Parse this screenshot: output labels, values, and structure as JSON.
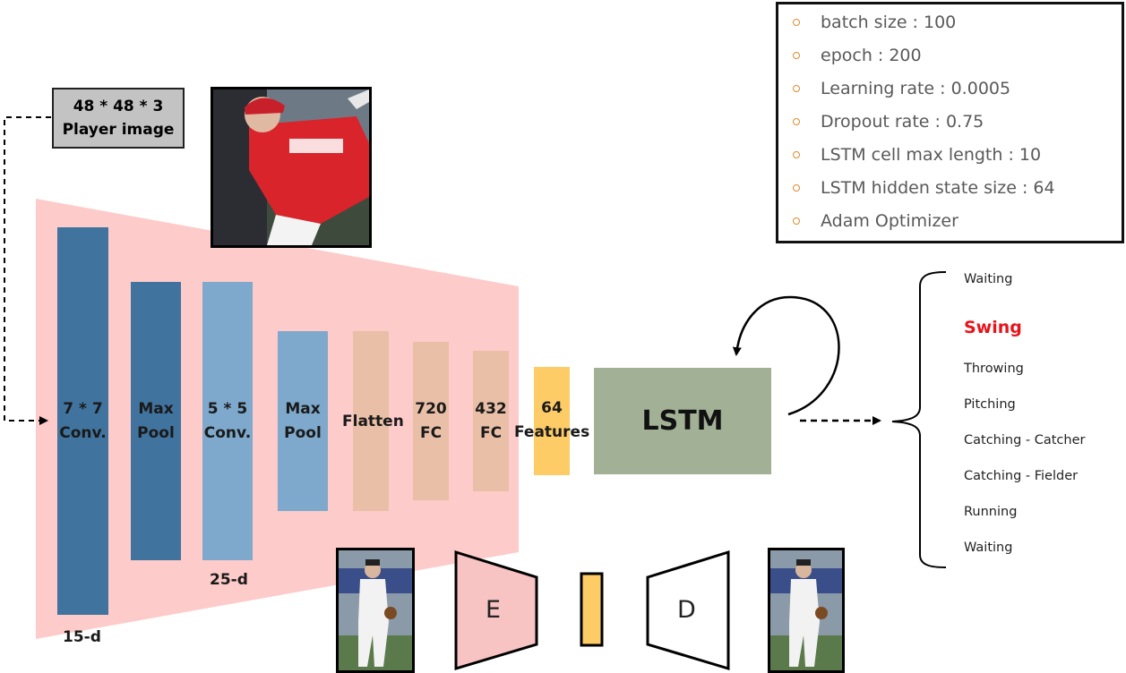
{
  "input": {
    "size_label": "48 * 48 * 3",
    "name_label": "Player image"
  },
  "layers": [
    {
      "label": "7 * 7\nConv."
    },
    {
      "label": "Max\nPool"
    },
    {
      "label": "5 * 5\nConv."
    },
    {
      "label": "Max\nPool"
    },
    {
      "label": "Flatten"
    },
    {
      "label": "720\nFC"
    },
    {
      "label": "432\nFC"
    },
    {
      "label": "64\nFeatures"
    }
  ],
  "dims": {
    "conv1": "15-d",
    "conv2": "25-d"
  },
  "lstm": {
    "label": "LSTM"
  },
  "autoencoder": {
    "encoder_label": "E",
    "decoder_label": "D"
  },
  "params": [
    "batch size : 100",
    "epoch : 200",
    "Learning rate : 0.0005",
    "Dropout rate : 0.75",
    "LSTM cell max length : 10",
    "LSTM hidden state size : 64",
    "Adam Optimizer"
  ],
  "outputs": [
    "Waiting",
    "Swing",
    "Throwing",
    "Pitching",
    "Catching - Catcher",
    "Catching - Fielder",
    "Running",
    "Waiting"
  ],
  "highlighted_output": "Swing",
  "colors": {
    "cnn_bg": "#fdcbc9",
    "conv_dark": "#40739e",
    "conv_light": "#7ea9cc",
    "fc": "#e9bfa7",
    "features": "#fdcc66",
    "lstm": "#a2b095",
    "encoder": "#f8c3c3",
    "highlight": "#e8141b",
    "bullet": "#e08a2f"
  }
}
